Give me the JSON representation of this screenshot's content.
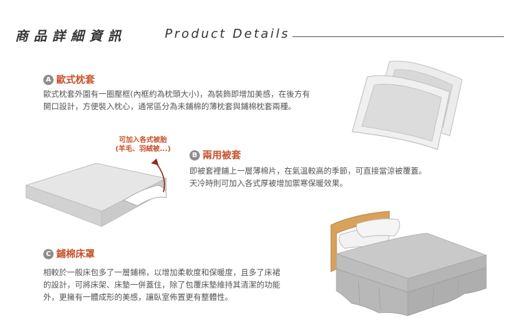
{
  "header": {
    "title_zh": "商品詳細資訊",
    "title_en": "Product Details"
  },
  "sections": [
    {
      "badge": "A",
      "title": "歐式枕套",
      "lines": [
        "歐式枕套外圍有一圈壓框(內框約為枕頭大小)，為裝飾即增加美感，在後方有",
        "開口設計，方便裝入枕心，通常區分為未鋪棉的薄枕套與鋪棉枕套兩種。"
      ]
    },
    {
      "badge": "B",
      "title": "兩用被套",
      "lines": [
        "即被套裡鋪上一層薄棉片，在氣溫較高的季節，可直接當涼被覆蓋。",
        "天冷時則可加入各式厚被增加禦寒保暖效果。"
      ]
    },
    {
      "badge": "C",
      "title": "鋪棉床罩",
      "lines": [
        "相較於一般床包多了一層鋪棉，以增加柔軟度和保暖度，且多了床裙",
        "的設計，可將床架、床墊一併蓋住，除了包覆床墊維持其清潔的功能",
        "外，更擁有一體成形的美感，讓臥室佈置更有整體性。"
      ]
    }
  ],
  "callout": {
    "line1": "可加入各式被胎",
    "line2": "(羊毛、羽絨被...)"
  },
  "colors": {
    "accent": "#c8502a",
    "badge": "#8d8d8d",
    "wood": "#d9a15c"
  }
}
